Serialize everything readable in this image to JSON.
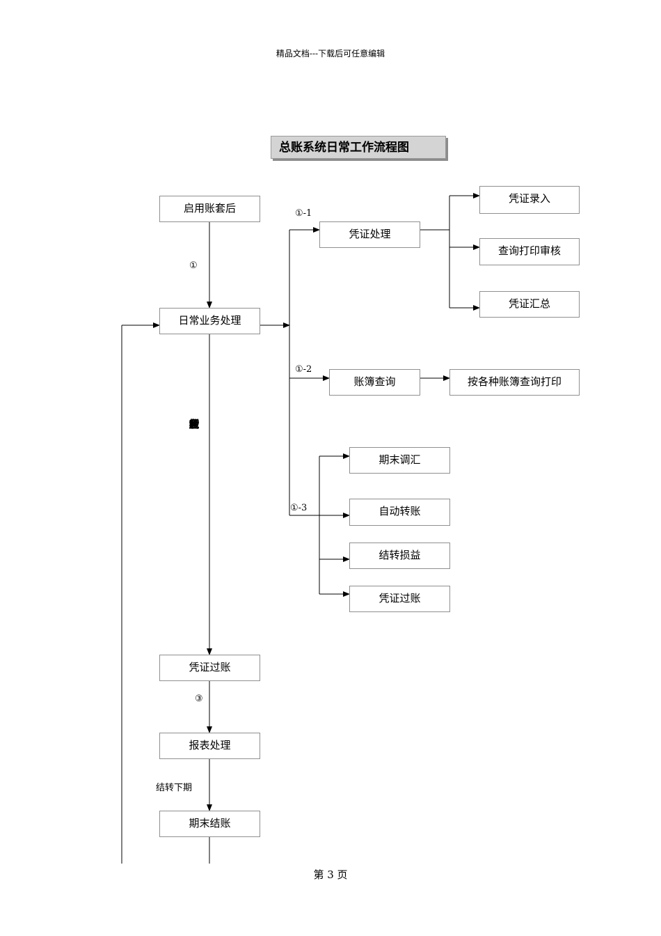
{
  "header_note": "精品文档---下载后可任意编辑",
  "title": "总账系统日常工作流程图",
  "nodes": {
    "start": "启用账套后",
    "daily": "日常业务处理",
    "voucher_processing": "凭证处理",
    "voucher_entry": "凭证录入",
    "query_print_audit": "查询打印审核",
    "voucher_summary": "凭证汇总",
    "ledger_query": "账簿查询",
    "ledger_query_print": "按各种账簿查询打印",
    "period_end_adjust": "期末调汇",
    "auto_transfer": "自动转账",
    "profit_loss_transfer": "结转损益",
    "voucher_posting_branch": "凭证过账",
    "voucher_posting": "凭证过账",
    "report_processing": "报表处理",
    "period_end_close": "期末结账"
  },
  "labels": {
    "step1": "①",
    "step1_1": "①-1",
    "step1_2": "①-2",
    "step1_3": "①-3",
    "step2_chars": [
      "②",
      "所",
      "有",
      "业",
      "务",
      "凭",
      "经",
      "审",
      "核",
      "后"
    ],
    "step3": "③",
    "next_period": "结转下期"
  },
  "footer": "第 3 页"
}
